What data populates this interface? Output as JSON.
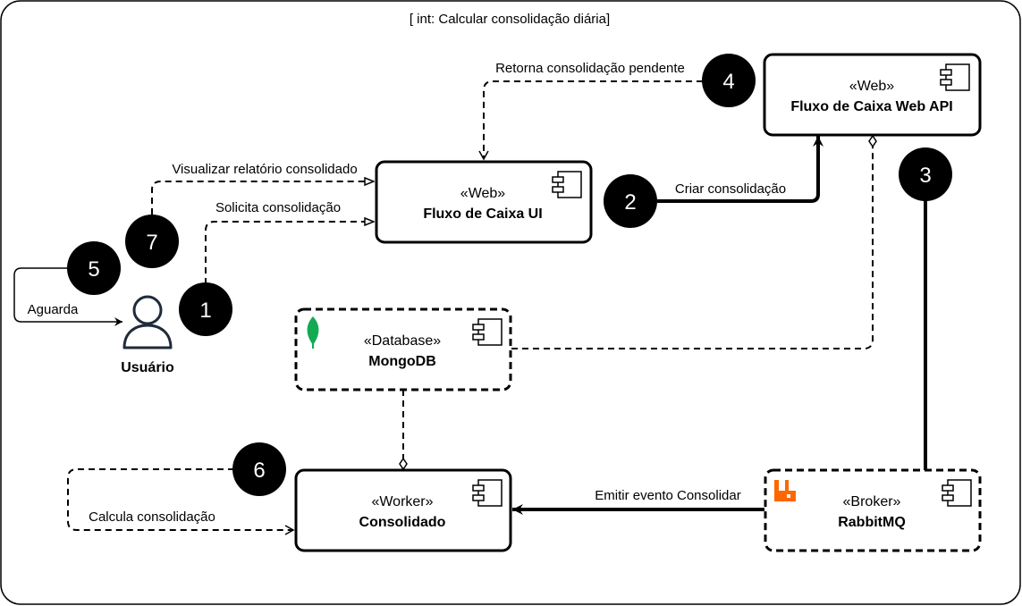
{
  "frame": {
    "title": "[ int: Calcular consolidação diária]"
  },
  "components": {
    "web_ui": {
      "stereotype": "«Web»",
      "name": "Fluxo de Caixa UI"
    },
    "web_api": {
      "stereotype": "«Web»",
      "name": "Fluxo de Caixa Web API"
    },
    "mongodb": {
      "stereotype": "«Database»",
      "name": "MongoDB"
    },
    "worker": {
      "stereotype": "«Worker»",
      "name": "Consolidado"
    },
    "broker": {
      "stereotype": "«Broker»",
      "name": "RabbitMQ"
    }
  },
  "actor": {
    "name": "Usuário"
  },
  "edges": {
    "solicita": "Solicita consolidação",
    "visualizar": "Visualizar relatório consolidado",
    "criar": "Criar consolidação",
    "retorna": "Retorna consolidação pendente",
    "aguarda": "Aguarda",
    "calcula": "Calcula consolidação",
    "emitir": "Emitir evento Consolidar"
  },
  "steps": [
    "1",
    "2",
    "3",
    "4",
    "5",
    "6",
    "7"
  ],
  "colors": {
    "mongodb_leaf": "#13AA52",
    "rabbitmq": "#FF6600",
    "step_circle": "#000000"
  }
}
